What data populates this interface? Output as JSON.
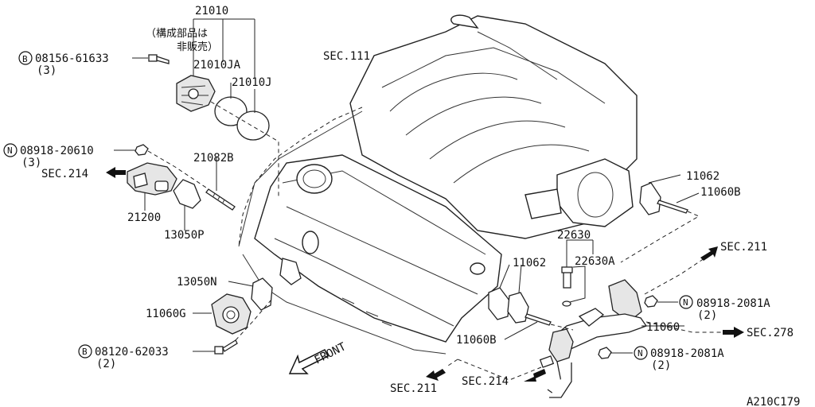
{
  "diagram_id": "A210C179",
  "labels": {
    "p21010": "21010",
    "note_line1": "（構成部品は",
    "note_line2": "非販売）",
    "p21010JA": "21010JA",
    "p21010J": "21010J",
    "bolt1_prefix": "B",
    "bolt1": "08156-61633",
    "bolt1_qty": "(3)",
    "sec111": "SEC.111",
    "nut1_prefix": "N",
    "nut1": "08918-20610",
    "nut1_qty": "(3)",
    "sec214_left": "SEC.214",
    "p21082B": "21082B",
    "p21200": "21200",
    "p13050P": "13050P",
    "p13050N": "13050N",
    "p11060G": "11060G",
    "bolt2_prefix": "B",
    "bolt2": "08120-62033",
    "bolt2_qty": "(2)",
    "front": "FRONT",
    "p11062_right": "11062",
    "p11060B_right": "11060B",
    "p22630": "22630",
    "sec211_right": "SEC.211",
    "p22630A": "22630A",
    "p11062_mid": "11062",
    "nut2_prefix": "N",
    "nut2": "08918-2081A",
    "nut2_qty": "(2)",
    "p11060": "11060",
    "sec278": "SEC.278",
    "p11060B_mid": "11060B",
    "nut3_prefix": "N",
    "nut3": "08918-2081A",
    "nut3_qty": "(2)",
    "sec214_bottom": "SEC.214",
    "sec211_bottom": "SEC.211"
  }
}
